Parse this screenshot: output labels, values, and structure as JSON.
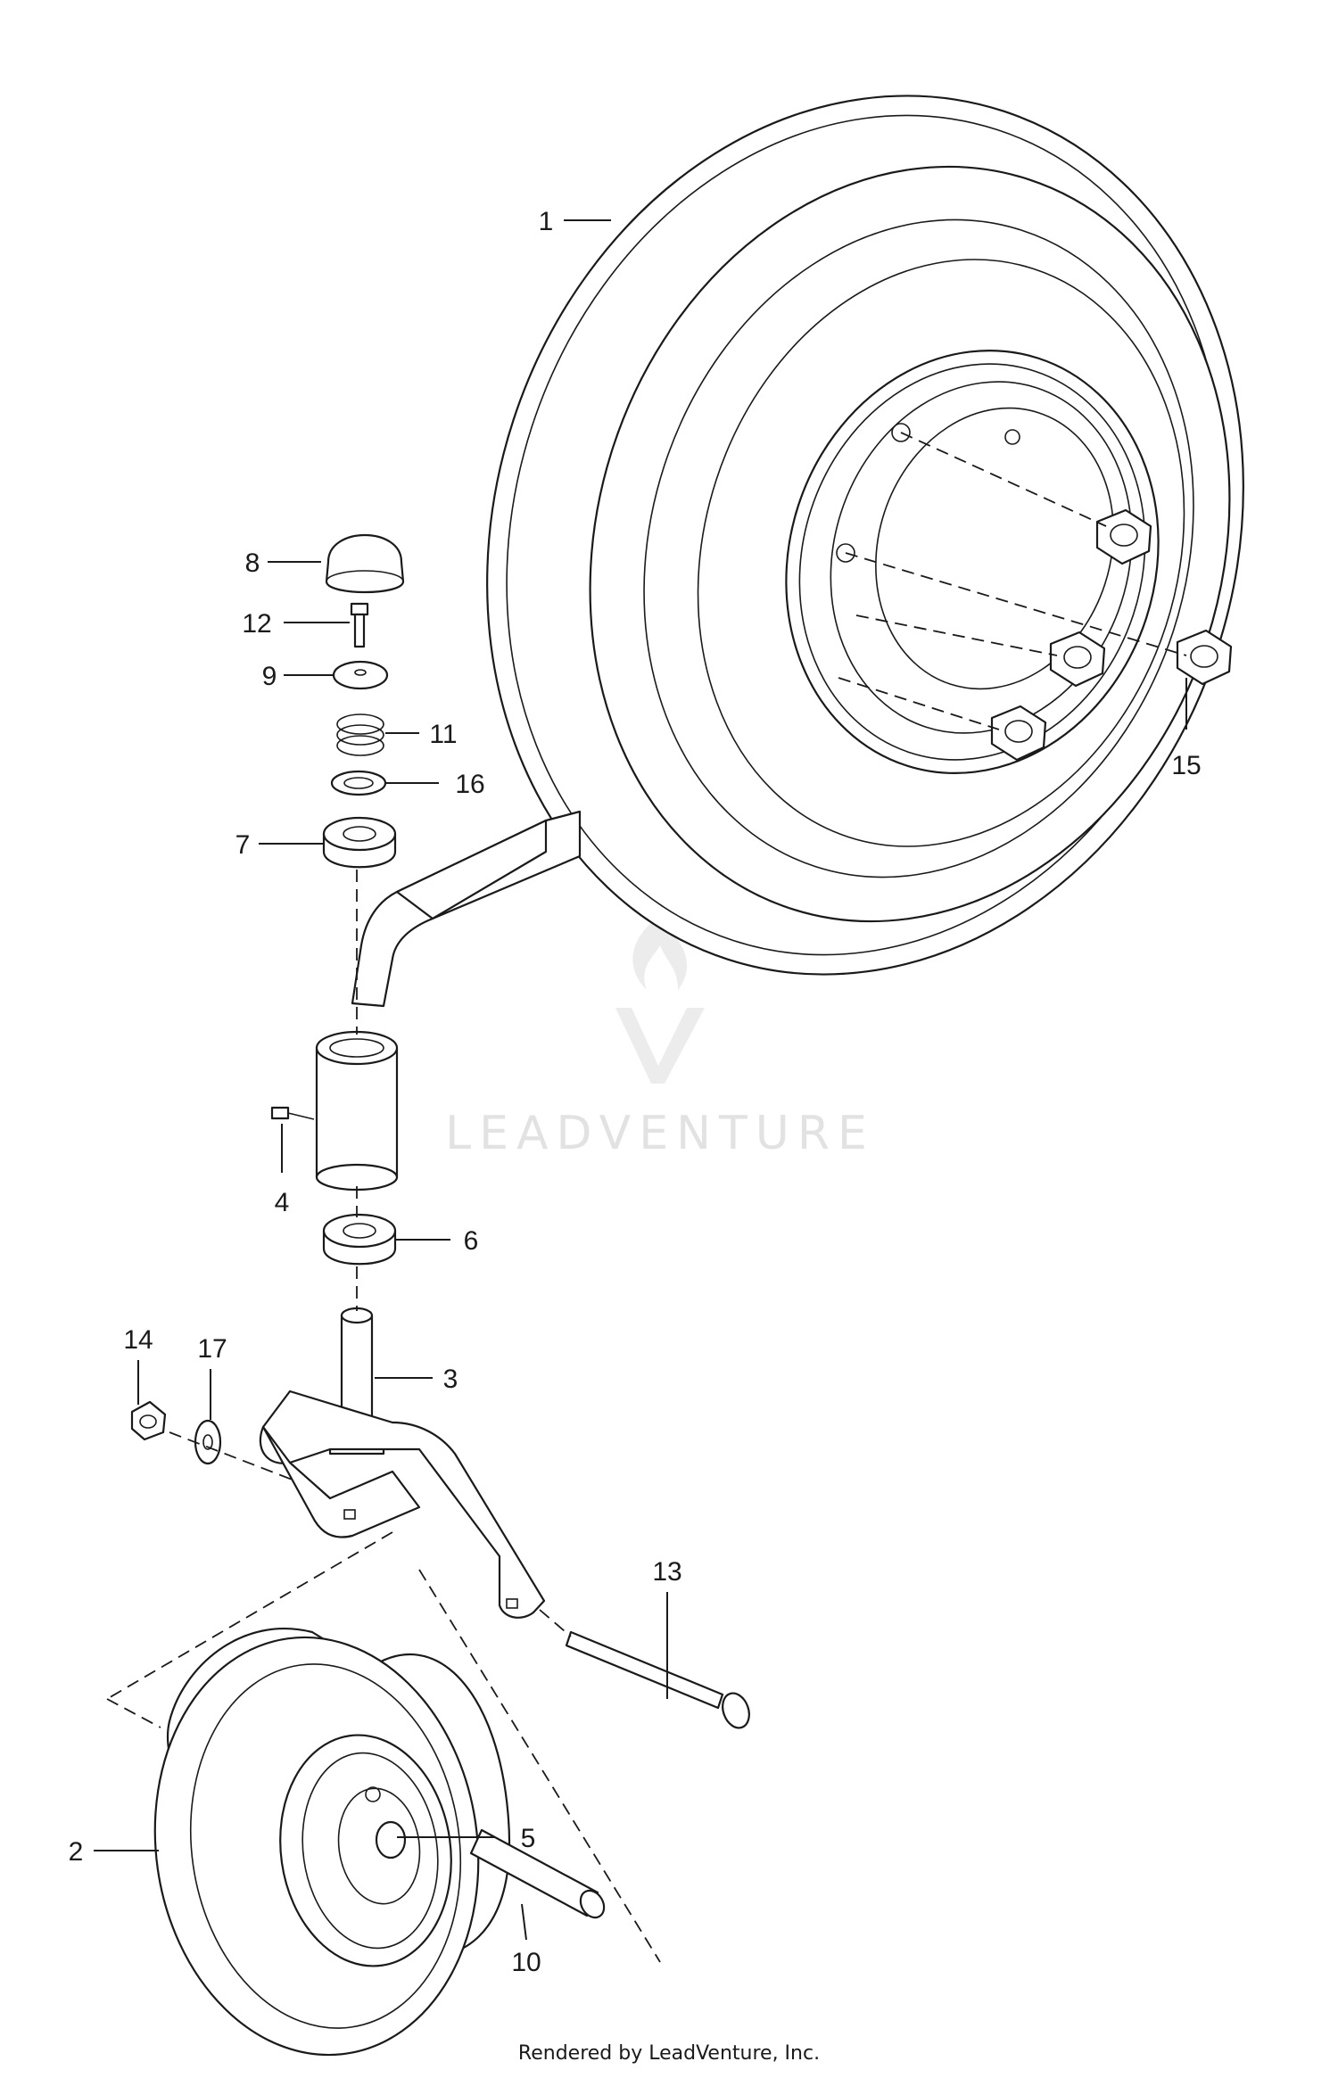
{
  "watermark": {
    "brand": "LEADVENTURE",
    "logo": "flame-v-logo"
  },
  "callouts": {
    "c1": "1",
    "c2": "2",
    "c3": "3",
    "c4": "4",
    "c5": "5",
    "c6": "6",
    "c7": "7",
    "c8": "8",
    "c9": "9",
    "c10": "10",
    "c11": "11",
    "c12": "12",
    "c13": "13",
    "c14": "14",
    "c15": "15",
    "c16": "16",
    "c17": "17"
  },
  "footer": {
    "text": "Rendered by LeadVenture, Inc."
  }
}
